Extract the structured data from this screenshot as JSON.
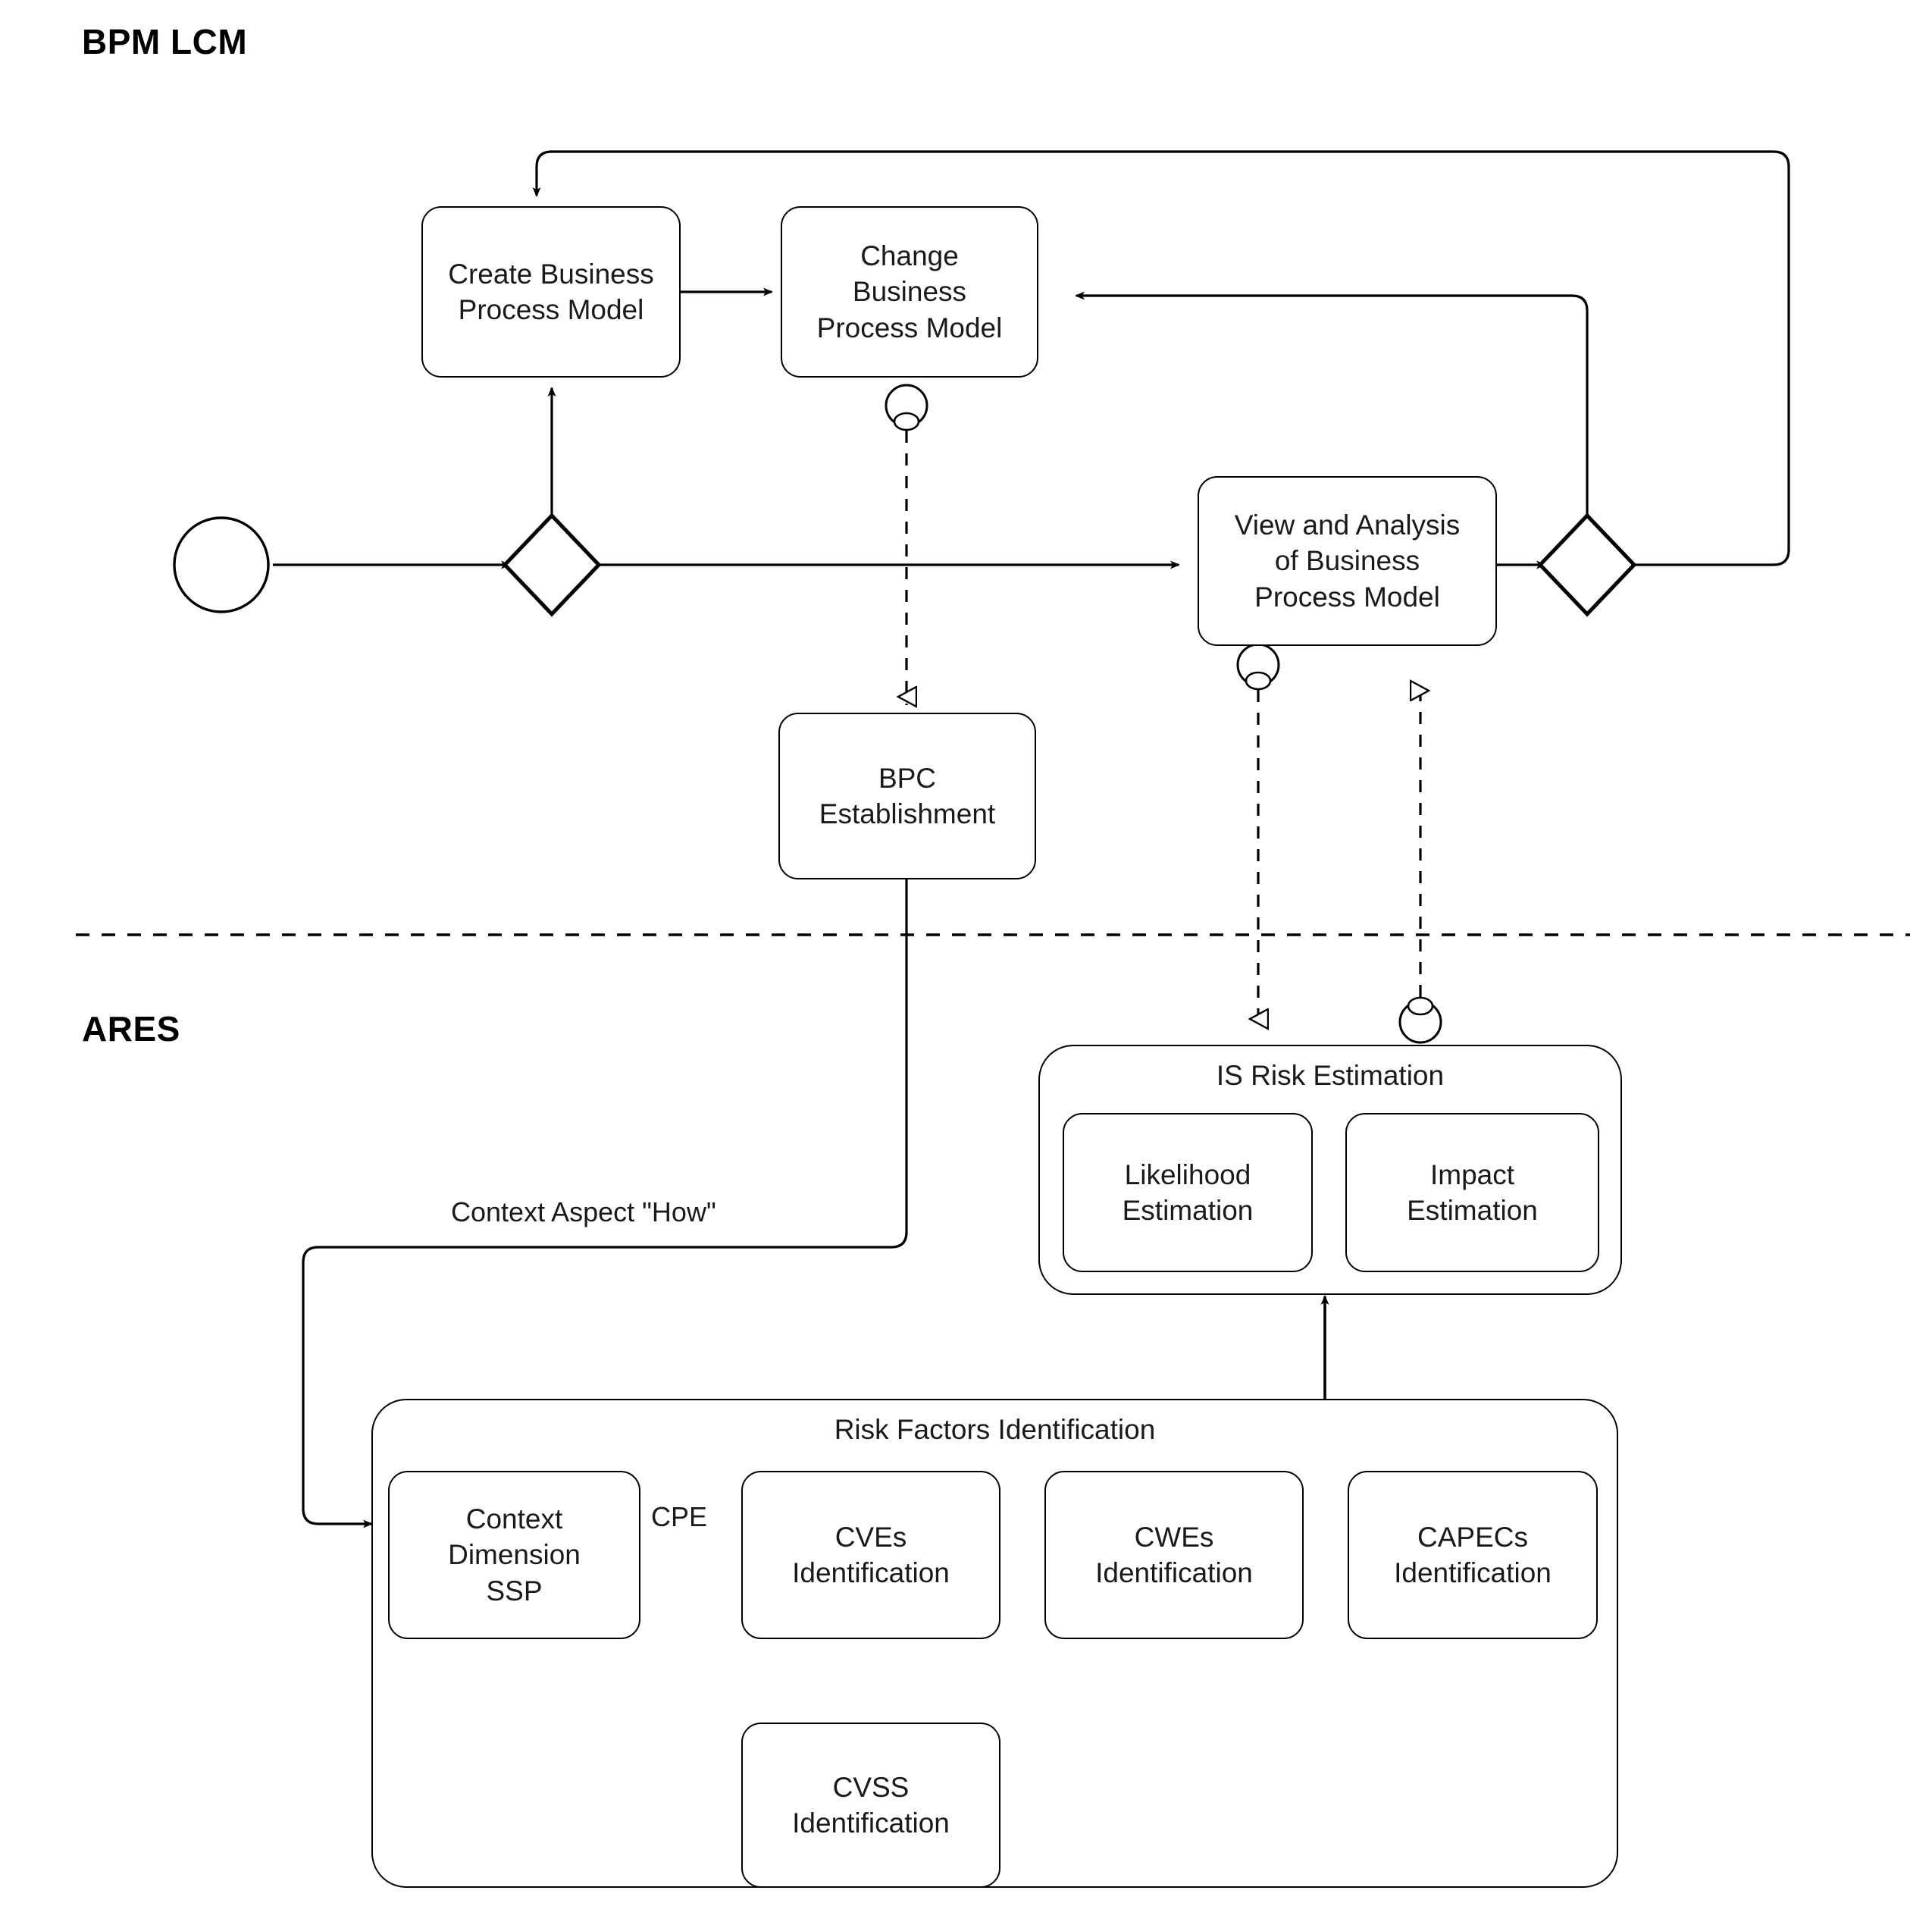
{
  "lanes": [
    {
      "id": "bpm",
      "label": "BPM LCM"
    },
    {
      "id": "ares",
      "label": "ARES"
    }
  ],
  "nodes": {
    "start_event": {
      "label": "",
      "type": "start-event"
    },
    "gateway_1": {
      "label": "",
      "type": "gateway"
    },
    "gateway_2": {
      "label": "",
      "type": "gateway"
    },
    "create_bpm": {
      "line1": "Create Business",
      "line2": "Process Model"
    },
    "change_bpm": {
      "line1": "Change",
      "line2": "Business",
      "line3": "Process Model"
    },
    "view_analysis": {
      "line1": "View and Analysis",
      "line2": "of Business",
      "line3": "Process Model"
    },
    "bpc_establishment": {
      "line1": "BPC",
      "line2": "Establishment"
    },
    "is_risk_estimation": {
      "title": "IS Risk Estimation"
    },
    "likelihood_estimation": {
      "line1": "Likelihood",
      "line2": "Estimation"
    },
    "impact_estimation": {
      "line1": "Impact",
      "line2": "Estimation"
    },
    "risk_factors_identification": {
      "title": "Risk Factors Identification"
    },
    "context_dimension_ssp": {
      "line1": "Context",
      "line2": "Dimension",
      "line3": "SSP"
    },
    "cves_identification": {
      "line1": "CVEs",
      "line2": "Identification"
    },
    "cwes_identification": {
      "line1": "CWEs",
      "line2": "Identification"
    },
    "capecs_identification": {
      "line1": "CAPECs",
      "line2": "Identification"
    },
    "cvss_identification": {
      "line1": "CVSS",
      "line2": "Identification"
    }
  },
  "edge_labels": {
    "context_aspect_how": "Context Aspect \"How\"",
    "cpe": "CPE"
  },
  "colors": {
    "stroke": "#000000",
    "background": "#ffffff",
    "text": "#1a1a1a"
  }
}
